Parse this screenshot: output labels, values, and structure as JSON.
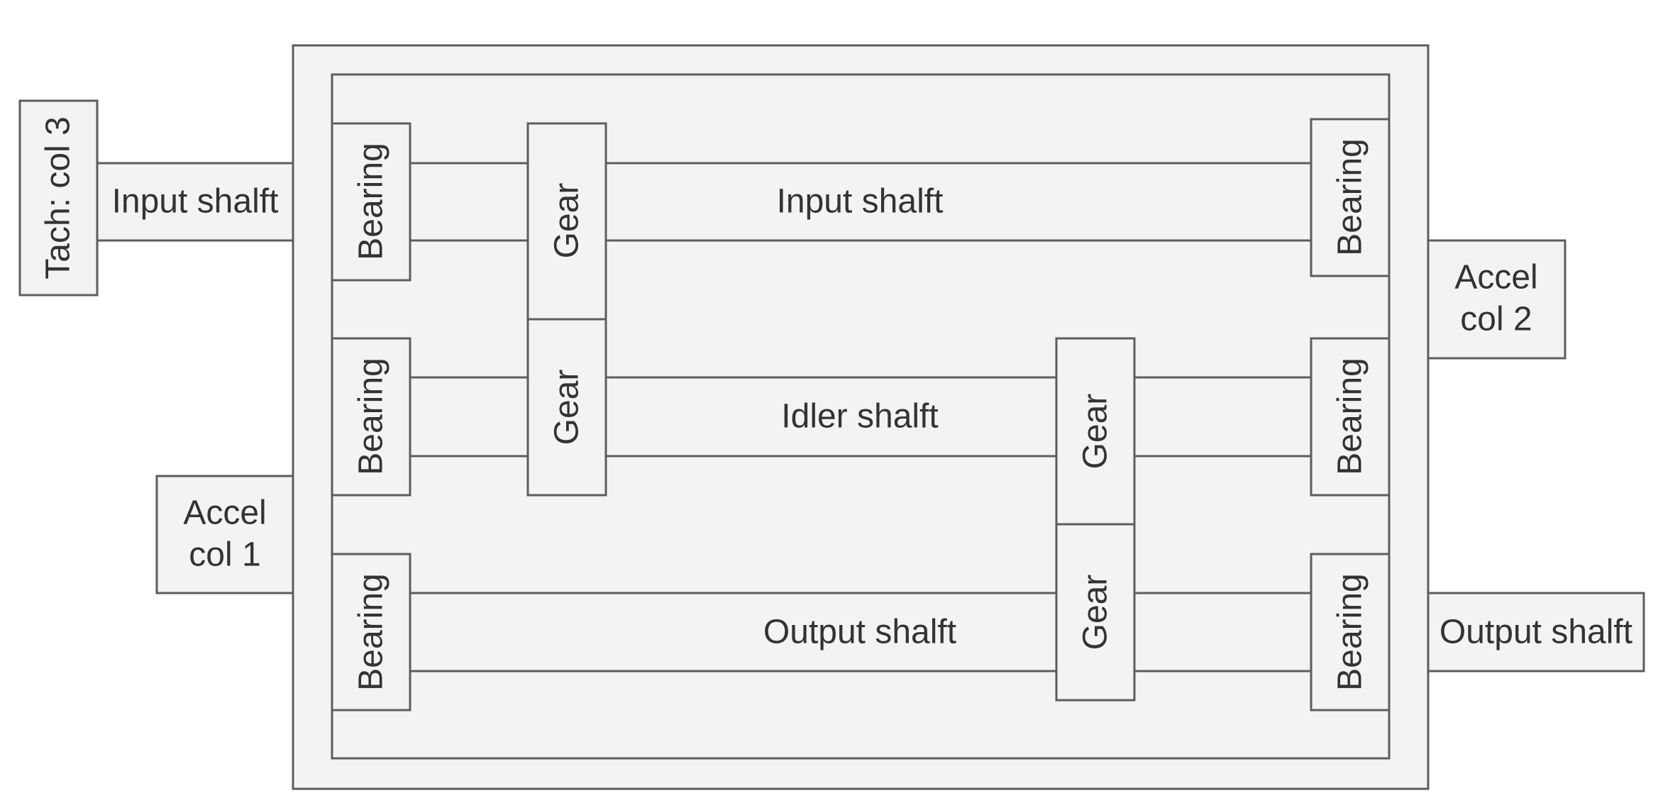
{
  "labels": {
    "tach": "Tach: col 3",
    "input_shaft_external": "Input shalft",
    "accel_col1_line1": "Accel",
    "accel_col1_line2": "col 1",
    "accel_col2_line1": "Accel",
    "accel_col2_line2": "col 2",
    "output_shaft_external": "Output shalft",
    "input_shaft": "Input shalft",
    "idler_shaft": "Idler shalft",
    "output_shaft": "Output shalft",
    "bearing": "Bearing",
    "gear": "Gear"
  }
}
